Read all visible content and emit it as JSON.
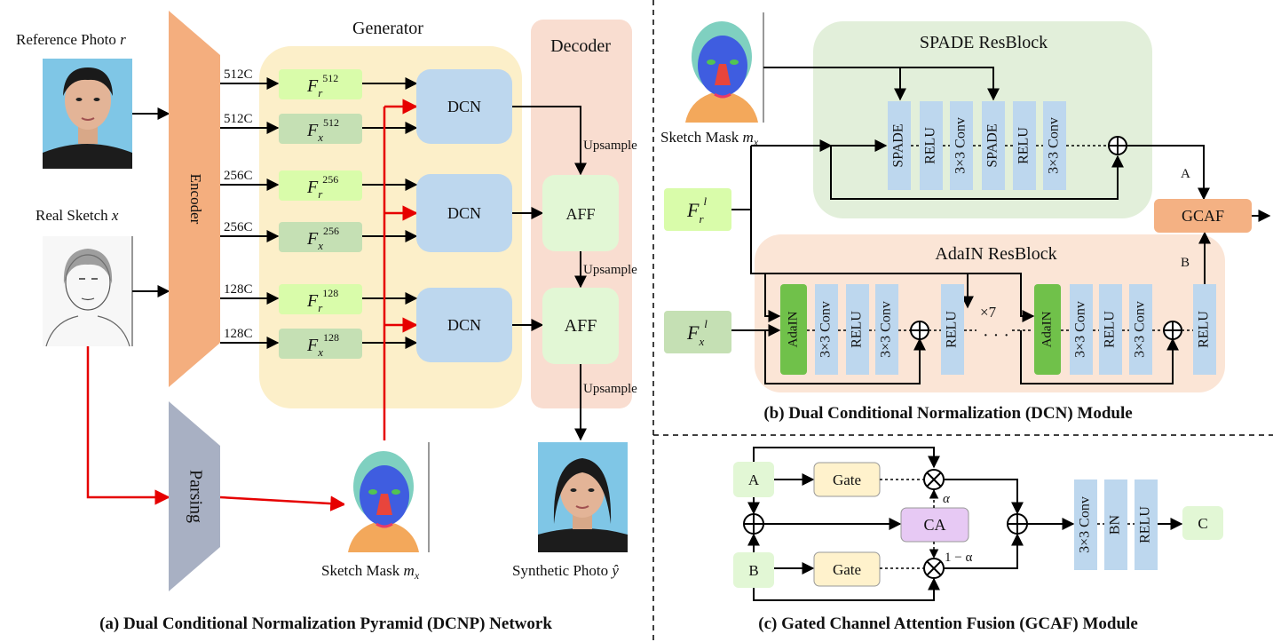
{
  "panel_a": {
    "caption": "(a) Dual Conditional Normalization Pyramid (DCNP) Network",
    "reference_label_text": "Reference Photo ",
    "reference_label_var": "r",
    "real_sketch_label_text": "Real Sketch ",
    "real_sketch_label_var": "x",
    "encoder": "Encoder",
    "parsing": "Parsing",
    "generator": "Generator",
    "decoder": "Decoder",
    "channels": [
      "512C",
      "512C",
      "256C",
      "256C",
      "128C",
      "128C"
    ],
    "feature_base_r": "F",
    "feature_sub_r": "r",
    "feature_base_x": "F",
    "feature_sub_x": "x",
    "feature_sups": [
      "512",
      "512",
      "256",
      "256",
      "128",
      "128"
    ],
    "dcn": [
      "DCN",
      "DCN",
      "DCN"
    ],
    "aff": [
      "AFF",
      "AFF"
    ],
    "upsample": [
      "Upsample",
      "Upsample",
      "Upsample"
    ],
    "sketch_mask_label_text": "Sketch Mask ",
    "sketch_mask_label_var": "m",
    "sketch_mask_label_sub": "x",
    "synthetic_label_text": "Synthetic Photo ",
    "synthetic_label_var": "ŷ"
  },
  "panel_b": {
    "caption": "(b) Dual Conditional Normalization (DCN) Module",
    "sketch_mask_label_text": "Sketch Mask ",
    "sketch_mask_label_var": "m",
    "sketch_mask_label_sub": "x",
    "spade_title": "SPADE ResBlock",
    "adain_title": "AdaIN ResBlock",
    "spade_blocks": [
      "SPADE",
      "RELU",
      "3×3 Conv",
      "SPADE",
      "RELU",
      "3×3 Conv"
    ],
    "adain_blocks_1": [
      "AdaIN",
      "3×3 Conv",
      "RELU",
      "3×3 Conv"
    ],
    "adain_blocks_2": [
      "AdaIN",
      "3×3 Conv",
      "RELU",
      "3×3 Conv"
    ],
    "relu": "RELU",
    "repeat": "×7",
    "ellipsis": "· · ·",
    "input_base": "F",
    "input_sup": "l",
    "input_r_sub": "r",
    "input_x_sub": "x",
    "gcaf": "GCAF",
    "label_a": "A",
    "label_b": "B"
  },
  "panel_c": {
    "caption": "(c) Gated Channel Attention Fusion (GCAF) Module",
    "input_a": "A",
    "input_b": "B",
    "gate": [
      "Gate",
      "Gate"
    ],
    "ca": "CA",
    "alpha": "α",
    "one_minus_alpha": "1 − α",
    "blocks": [
      "3×3 Conv",
      "BN",
      "RELU"
    ],
    "output": "C"
  },
  "colors": {
    "encoder": "#f4ae7e",
    "parsing": "#a8b0c3",
    "generator_bg": "#fcefc9",
    "decoder_bg": "#f9ddd0",
    "dcn": "#bdd7ee",
    "aff": "#e2f7d5",
    "f_r": "#d9fcaa",
    "f_x": "#c5e0b4",
    "spade_bg": "#e2efda",
    "adain_bg": "#fbe5d6",
    "adain_green": "#70c14a",
    "gcaf": "#f4b183",
    "gate": "#fff2cc",
    "ca": "#e7c9f4",
    "red_arrow": "#e60000"
  }
}
